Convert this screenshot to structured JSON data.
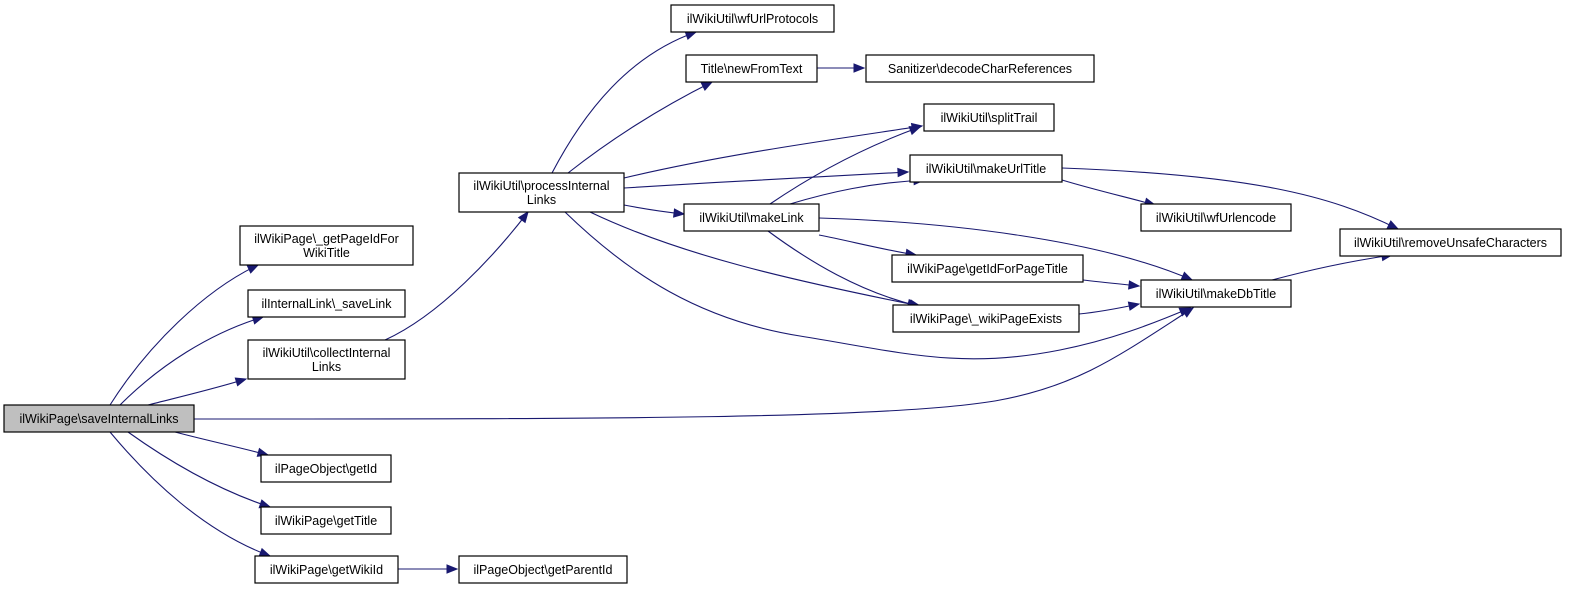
{
  "nodes": {
    "save_internal_links": {
      "lines": [
        "ilWikiPage\\saveInternalLinks"
      ],
      "highlighted": true
    },
    "get_page_id_for_wiki_title": {
      "lines": [
        "ilWikiPage\\_getPageIdFor",
        "WikiTitle"
      ]
    },
    "save_link": {
      "lines": [
        "ilInternalLink\\_saveLink"
      ]
    },
    "collect_internal_links": {
      "lines": [
        "ilWikiUtil\\collectInternal",
        "Links"
      ]
    },
    "page_object_get_id": {
      "lines": [
        "ilPageObject\\getId"
      ]
    },
    "get_title": {
      "lines": [
        "ilWikiPage\\getTitle"
      ]
    },
    "get_wiki_id": {
      "lines": [
        "ilWikiPage\\getWikiId"
      ]
    },
    "get_parent_id": {
      "lines": [
        "ilPageObject\\getParentId"
      ]
    },
    "process_internal_links": {
      "lines": [
        "ilWikiUtil\\processInternal",
        "Links"
      ]
    },
    "wf_url_protocols": {
      "lines": [
        "ilWikiUtil\\wfUrlProtocols"
      ]
    },
    "new_from_text": {
      "lines": [
        "Title\\newFromText"
      ]
    },
    "decode_char_references": {
      "lines": [
        "Sanitizer\\decodeCharReferences"
      ]
    },
    "split_trail": {
      "lines": [
        "ilWikiUtil\\splitTrail"
      ]
    },
    "make_url_title": {
      "lines": [
        "ilWikiUtil\\makeUrlTitle"
      ]
    },
    "make_link": {
      "lines": [
        "ilWikiUtil\\makeLink"
      ]
    },
    "wf_urlencode": {
      "lines": [
        "ilWikiUtil\\wfUrlencode"
      ]
    },
    "get_id_for_page_title": {
      "lines": [
        "ilWikiPage\\getIdForPageTitle"
      ]
    },
    "wiki_page_exists": {
      "lines": [
        "ilWikiPage\\_wikiPageExists"
      ]
    },
    "make_db_title": {
      "lines": [
        "ilWikiUtil\\makeDbTitle"
      ]
    },
    "remove_unsafe_characters": {
      "lines": [
        "ilWikiUtil\\removeUnsafeCharacters"
      ]
    }
  },
  "edges": [
    [
      "save_internal_links",
      "get_page_id_for_wiki_title"
    ],
    [
      "save_internal_links",
      "save_link"
    ],
    [
      "save_internal_links",
      "collect_internal_links"
    ],
    [
      "save_internal_links",
      "make_db_title"
    ],
    [
      "save_internal_links",
      "page_object_get_id"
    ],
    [
      "save_internal_links",
      "get_title"
    ],
    [
      "save_internal_links",
      "get_wiki_id"
    ],
    [
      "collect_internal_links",
      "process_internal_links"
    ],
    [
      "get_wiki_id",
      "get_parent_id"
    ],
    [
      "process_internal_links",
      "wf_url_protocols"
    ],
    [
      "process_internal_links",
      "new_from_text"
    ],
    [
      "process_internal_links",
      "split_trail"
    ],
    [
      "process_internal_links",
      "make_url_title"
    ],
    [
      "process_internal_links",
      "make_link"
    ],
    [
      "process_internal_links",
      "wiki_page_exists"
    ],
    [
      "process_internal_links",
      "make_db_title"
    ],
    [
      "new_from_text",
      "decode_char_references"
    ],
    [
      "make_link",
      "split_trail"
    ],
    [
      "make_link",
      "make_url_title"
    ],
    [
      "make_link",
      "get_id_for_page_title"
    ],
    [
      "make_link",
      "wiki_page_exists"
    ],
    [
      "make_link",
      "make_db_title"
    ],
    [
      "make_url_title",
      "wf_urlencode"
    ],
    [
      "make_url_title",
      "remove_unsafe_characters"
    ],
    [
      "get_id_for_page_title",
      "make_db_title"
    ],
    [
      "wiki_page_exists",
      "make_db_title"
    ],
    [
      "make_db_title",
      "remove_unsafe_characters"
    ]
  ],
  "colors": {
    "edge": "#191970",
    "node_fill": "#ffffff",
    "highlight_fill": "#bfbfbf",
    "border": "#000000"
  }
}
